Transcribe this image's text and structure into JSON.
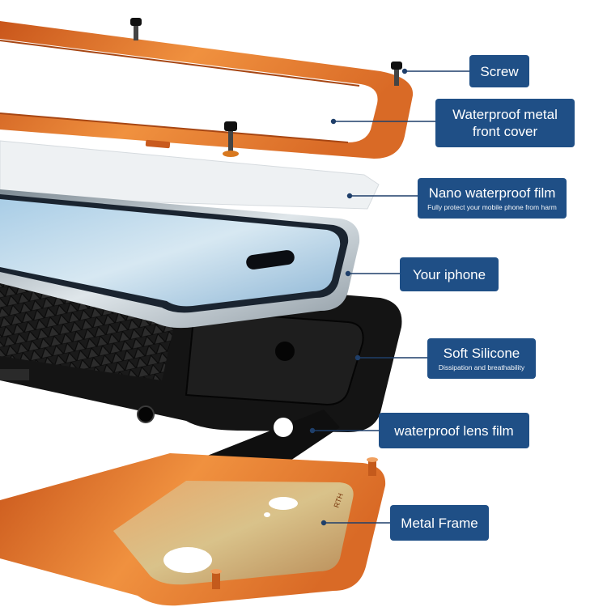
{
  "callouts": {
    "screw": {
      "title": "Screw",
      "subtitle": ""
    },
    "front_cover": {
      "title": "Waterproof metal\nfront cover",
      "subtitle": ""
    },
    "nano_film": {
      "title": "Nano waterproof film",
      "subtitle": "Fully protect your mobile phone from harm"
    },
    "iphone": {
      "title": "Your iphone",
      "subtitle": ""
    },
    "silicone": {
      "title": "Soft Silicone",
      "subtitle": "Dissipation and breathability"
    },
    "lens_film": {
      "title": "waterproof lens film",
      "subtitle": ""
    },
    "metal_frame": {
      "title": "Metal Frame",
      "subtitle": ""
    }
  },
  "frame_engraving": "RTH",
  "colors": {
    "label_bg": "#1f4f86",
    "label_text": "#ffffff",
    "leader_line": "#1f3f6a",
    "orange_metal": "#e07a2e",
    "silicone_black": "#141414",
    "phone_silver": "#b9c7cf",
    "film_grey": "#eef1f3"
  }
}
